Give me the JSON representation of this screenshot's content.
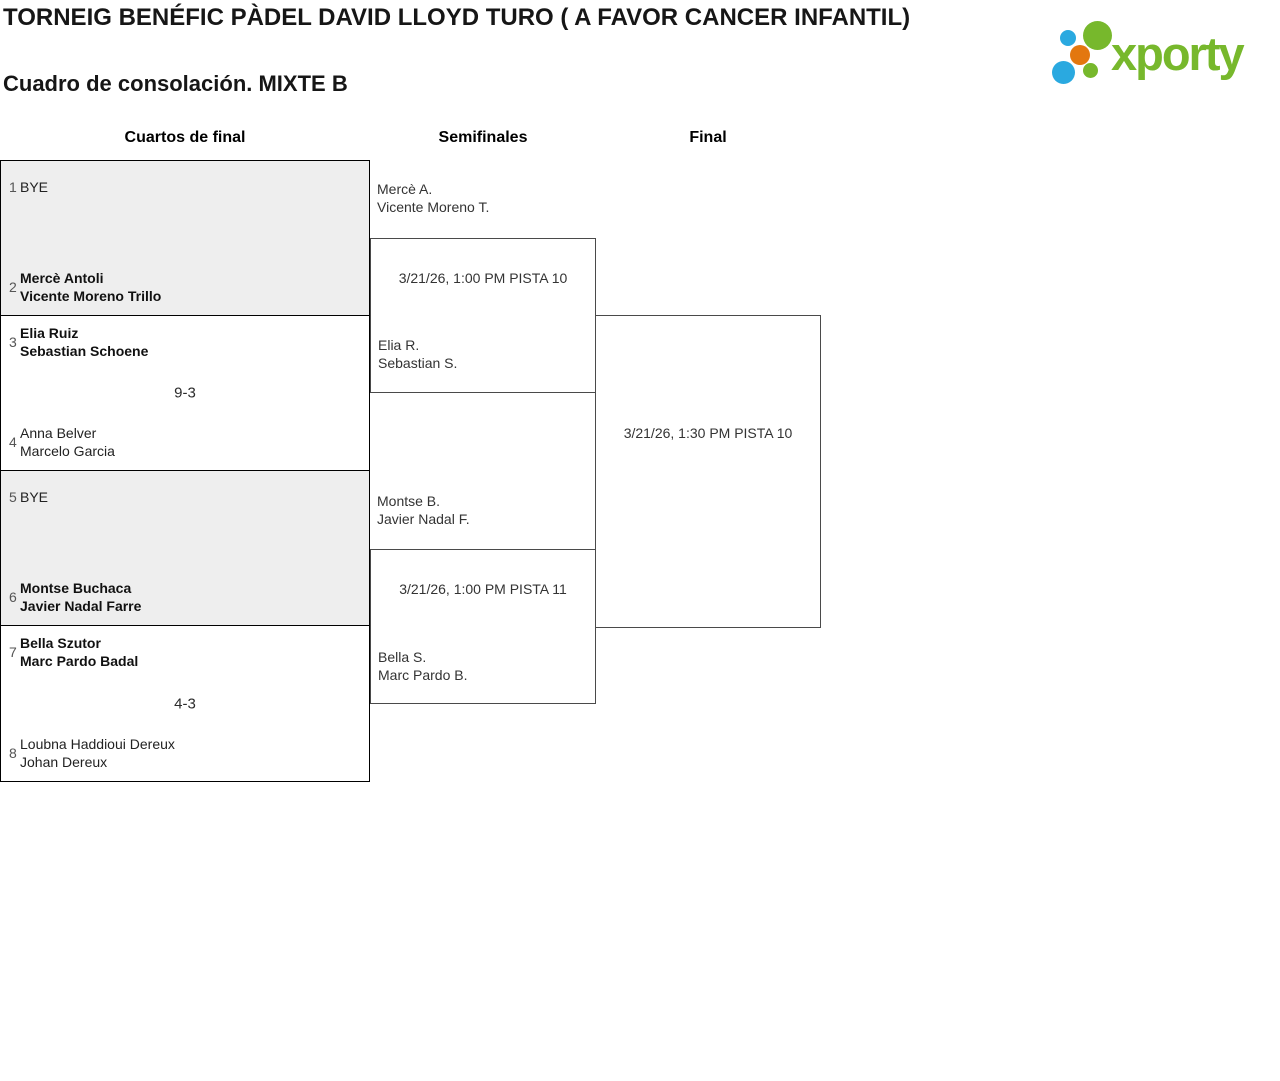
{
  "header": {
    "title": "TORNEIG BENÉFIC PÀDEL DAVID LLOYD TURO ( A FAVOR CANCER INFANTIL)",
    "subtitle": "Cuadro de consolación. MIXTE B"
  },
  "logo": {
    "text": "xporty",
    "green": "#77b82c",
    "blue": "#2aa9e0",
    "orange": "#e3770f"
  },
  "rounds": {
    "quarterfinals": "Cuartos de final",
    "semifinals": "Semifinales",
    "final": "Final"
  },
  "quarterfinals": [
    {
      "seed_a": "1",
      "team_a_line1": "BYE",
      "team_a_line2": "",
      "score": "",
      "seed_b": "2",
      "team_b_line1": "Mercè Antoli",
      "team_b_line2": "Vicente Moreno Trillo"
    },
    {
      "seed_a": "3",
      "team_a_line1": "Elia Ruiz",
      "team_a_line2": "Sebastian Schoene",
      "score": "9-3",
      "seed_b": "4",
      "team_b_line1": "Anna Belver",
      "team_b_line2": "Marcelo Garcia"
    },
    {
      "seed_a": "5",
      "team_a_line1": "BYE",
      "team_a_line2": "",
      "score": "",
      "seed_b": "6",
      "team_b_line1": "Montse Buchaca",
      "team_b_line2": "Javier Nadal Farre"
    },
    {
      "seed_a": "7",
      "team_a_line1": "Bella Szutor",
      "team_a_line2": "Marc Pardo Badal",
      "score": "4-3",
      "seed_b": "8",
      "team_b_line1": "Loubna Haddioui Dereux",
      "team_b_line2": "Johan Dereux"
    }
  ],
  "semifinals": [
    {
      "team_a_line1": "Mercè A.",
      "team_a_line2": "Vicente Moreno T.",
      "schedule": "3/21/26, 1:00 PM PISTA 10",
      "team_b_line1": "Elia R.",
      "team_b_line2": "Sebastian S."
    },
    {
      "team_a_line1": "Montse B.",
      "team_a_line2": "Javier Nadal F.",
      "schedule": "3/21/26, 1:00 PM PISTA 11",
      "team_b_line1": "Bella S.",
      "team_b_line2": "Marc Pardo B."
    }
  ],
  "final": {
    "schedule": "3/21/26, 1:30 PM PISTA 10"
  }
}
